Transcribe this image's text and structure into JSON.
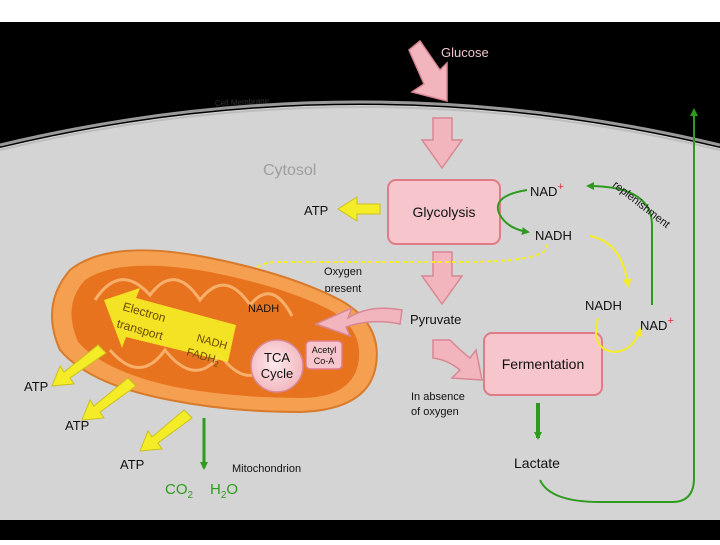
{
  "diagram": {
    "labels": {
      "glucose": "Glucose",
      "cell_membrane": "Cell Membrane",
      "cytosol": "Cytosol",
      "glycolysis": "Glycolysis",
      "atp_glycolysis": "ATP",
      "nad_plus_top": "NAD",
      "nadh_top": "NADH",
      "replenishment": "replenishment",
      "oxygen_present_1": "Oxygen",
      "oxygen_present_2": "present",
      "nadh_mito": "NADH",
      "pyruvate": "Pyruvate",
      "nadh_ferm": "NADH",
      "nad_plus_ferm": "NAD",
      "fermentation": "Fermentation",
      "absence_1": "In absence",
      "absence_2": "of oxygen",
      "lactate": "Lactate",
      "electron_transport_1": "Electron",
      "electron_transport_2": "transport",
      "nadh_etc": "NADH",
      "fadh2_etc": "FADH",
      "tca_1": "TCA",
      "tca_2": "Cycle",
      "acetyl_1": "Acetyl",
      "acetyl_2": "Co-A",
      "atp_etc_1": "ATP",
      "atp_etc_2": "ATP",
      "atp_etc_3": "ATP",
      "mitochondrion": "Mitochondrion",
      "co2": "CO",
      "h2o": "H O",
      "sub_2": "2",
      "plus": "+"
    },
    "colors": {
      "background_band": "#000000",
      "cytosol_fill": "#d4d4d4",
      "process_box_fill": "#f6c6cc",
      "process_box_stroke": "#e07c88",
      "atp_arrow": "#f4ec26",
      "green_arrow": "#2e9a1e",
      "pink_arrow": "#f2b5bd",
      "mitochondrion_outer": "#f5a050",
      "mitochondrion_inner": "#e8731e",
      "nad_plus_mark": "#e0302c"
    }
  }
}
